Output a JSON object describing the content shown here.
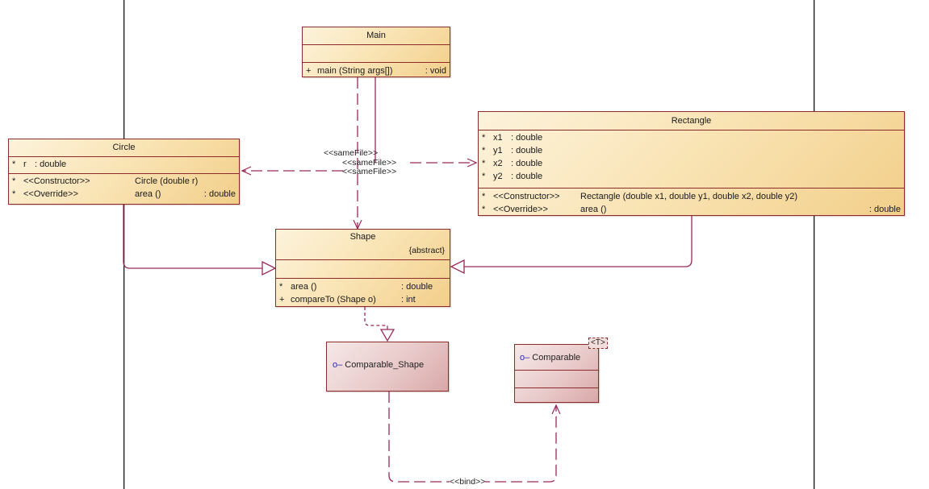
{
  "diagram": {
    "type": "UML Class Diagram",
    "colors": {
      "class_border": "#8b2b2b",
      "class_fill_light": "#fdf3dc",
      "class_fill_dark": "#f2cf8a",
      "interface_fill_light": "#f6e8e8",
      "interface_fill_dark": "#d9a8a8",
      "connector": "#9a2a5a",
      "lollipop": "#2a2aa8"
    },
    "classes": {
      "main": {
        "name": "Main",
        "attributes": [],
        "operations": [
          {
            "vis": "+",
            "stereotype": "",
            "name": "main (String args[])",
            "type": ": void"
          }
        ]
      },
      "circle": {
        "name": "Circle",
        "attributes": [
          {
            "vis": "*",
            "name": "r",
            "type": ": double"
          }
        ],
        "operations": [
          {
            "vis": "*",
            "stereotype": "<<Constructor>>",
            "name": "Circle (double r)",
            "type": ""
          },
          {
            "vis": "*",
            "stereotype": "<<Override>>",
            "name": "area ()",
            "type": ": double"
          }
        ]
      },
      "rectangle": {
        "name": "Rectangle",
        "attributes": [
          {
            "vis": "*",
            "name": "x1",
            "type": ": double"
          },
          {
            "vis": "*",
            "name": "y1",
            "type": ": double"
          },
          {
            "vis": "*",
            "name": "x2",
            "type": ": double"
          },
          {
            "vis": "*",
            "name": "y2",
            "type": ": double"
          }
        ],
        "operations": [
          {
            "vis": "*",
            "stereotype": "<<Constructor>>",
            "name": "Rectangle (double x1, double y1, double x2, double y2)",
            "type": ""
          },
          {
            "vis": "*",
            "stereotype": "<<Override>>",
            "name": "area ()",
            "type": ": double"
          }
        ]
      },
      "shape": {
        "name": "Shape",
        "modifier": "{abstract}",
        "attributes": [],
        "operations": [
          {
            "vis": "*",
            "name": "area ()",
            "type": ": double"
          },
          {
            "vis": "+",
            "name": "compareTo (Shape o)",
            "type": ": int"
          }
        ]
      }
    },
    "interfaces": {
      "comparable_shape": {
        "name": "Comparable_Shape",
        "icon": "lollipop-interface-icon"
      },
      "comparable": {
        "name": "Comparable",
        "icon": "lollipop-interface-icon",
        "template_param": "<T>"
      }
    },
    "connectors": {
      "same_file_labels": [
        "<<sameFile>>",
        "<<sameFile>>",
        "<<sameFile>>"
      ],
      "bind_label": "<<bind>>"
    }
  }
}
